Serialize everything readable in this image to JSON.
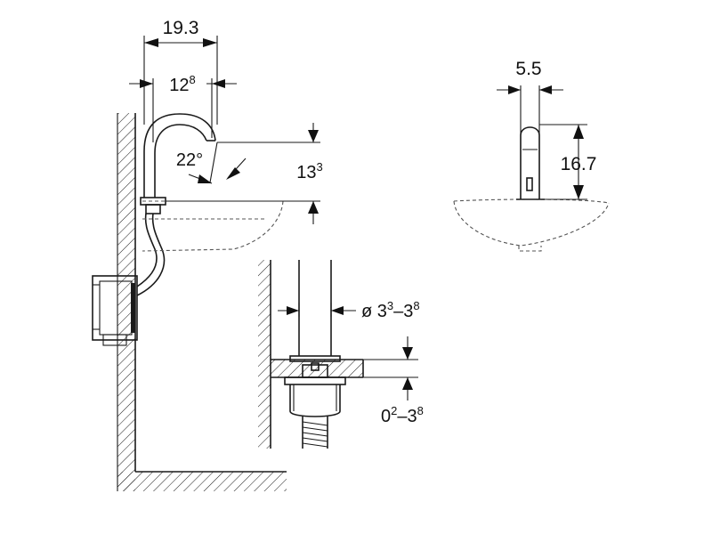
{
  "dimensions": {
    "spout_reach_outer": "19.3",
    "spout_reach_inner_base": "12",
    "spout_reach_inner_sup": "8",
    "spout_angle": "22°",
    "spout_height_base": "13",
    "spout_height_sup": "3",
    "body_width": "5.5",
    "body_height": "16.7",
    "hole_diameter_base1": "ø 3",
    "hole_diameter_sup1": "3",
    "hole_diameter_sep": "–3",
    "hole_diameter_sup2": "8",
    "deck_thickness_base1": "0",
    "deck_thickness_sup1": "2",
    "deck_thickness_sep": "–3",
    "deck_thickness_sup2": "8"
  },
  "colors": {
    "line": "#1a1a1a",
    "text": "#111111",
    "background": "#ffffff"
  }
}
